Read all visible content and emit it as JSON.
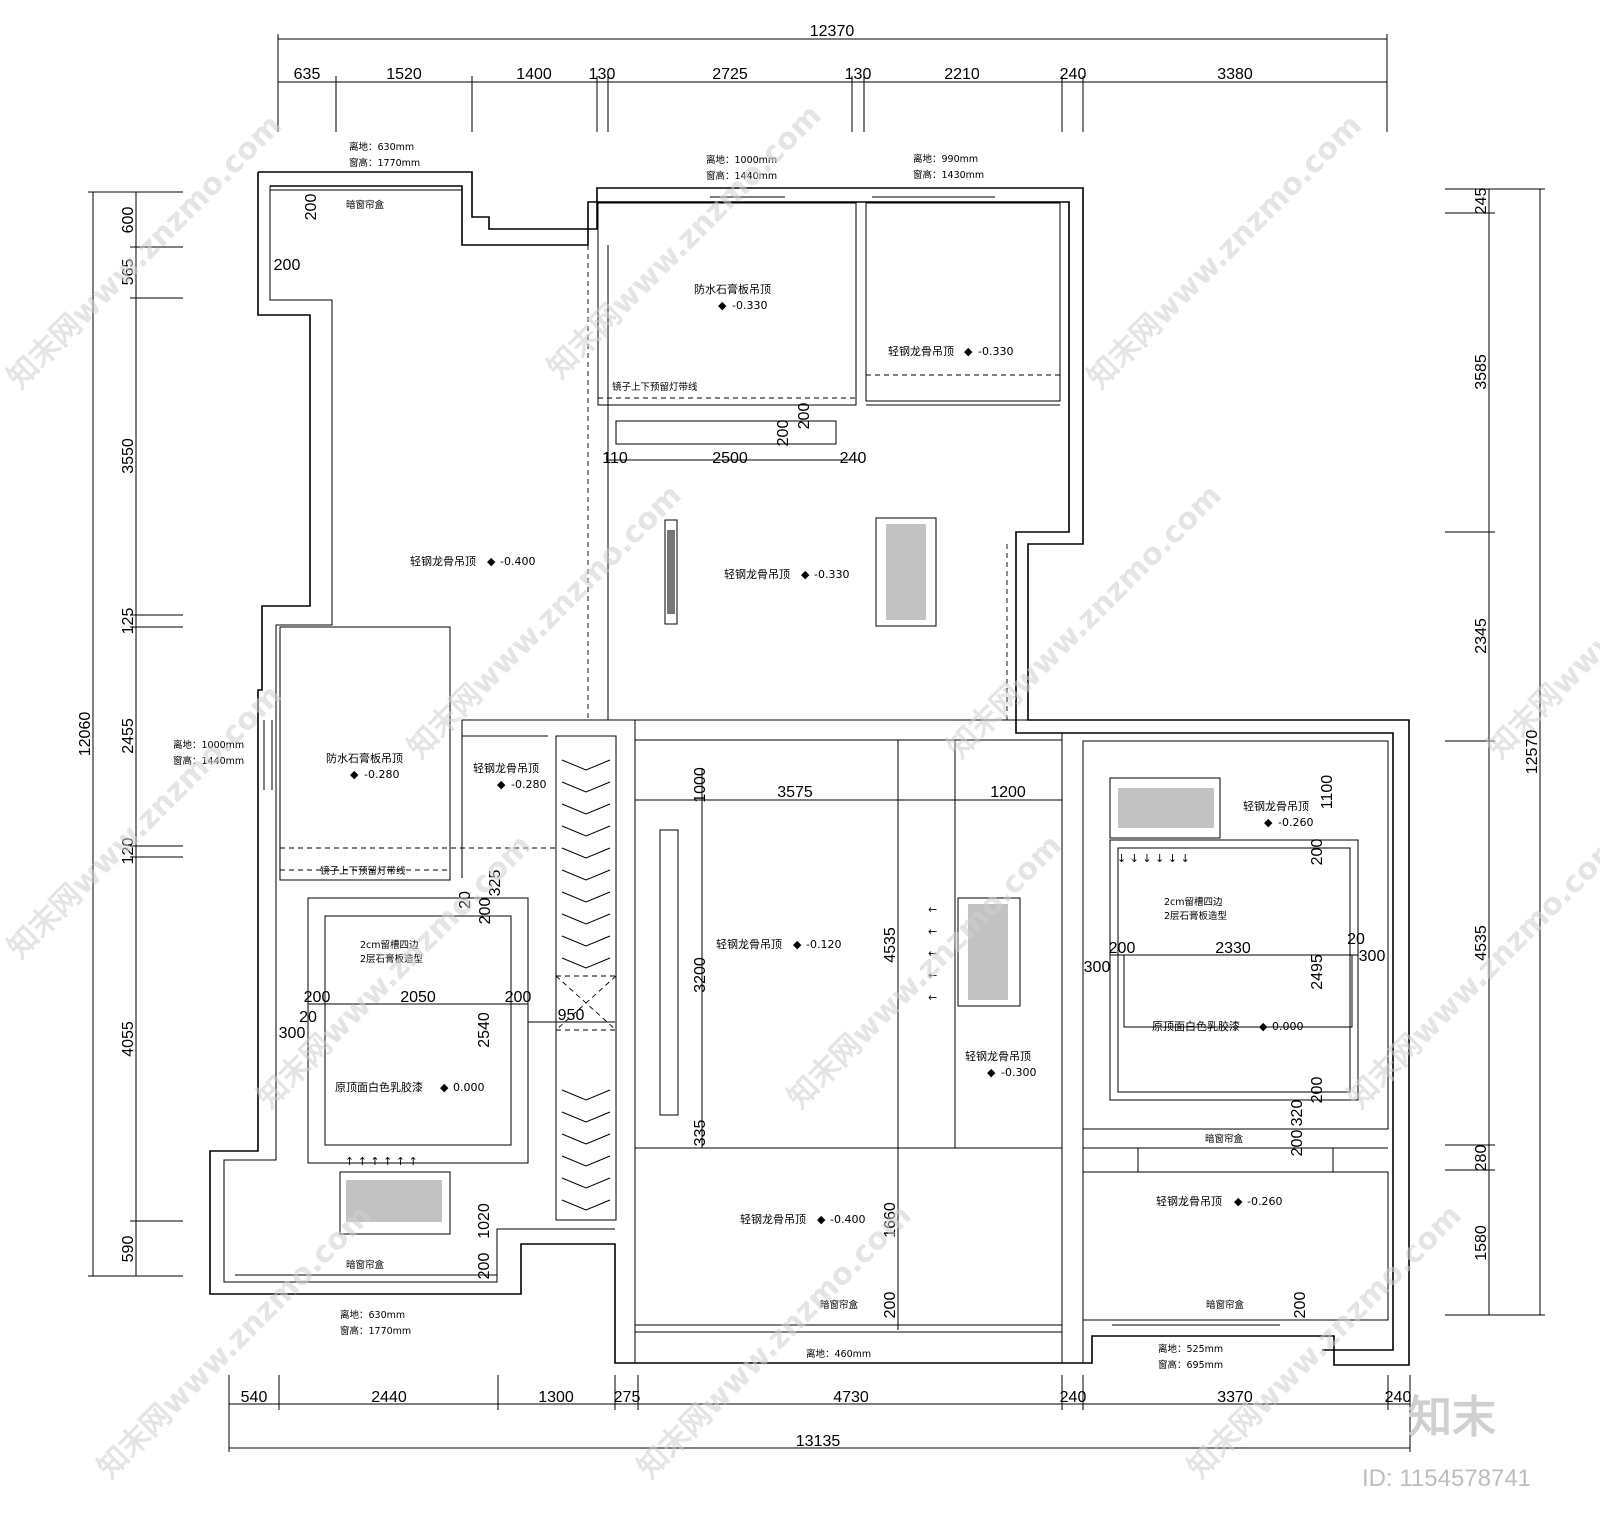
{
  "dims": {
    "top_total": "12370",
    "top": [
      "635",
      "1520",
      "1400",
      "130",
      "2725",
      "130",
      "2210",
      "240",
      "3380"
    ],
    "bottom_total": "13135",
    "bottom": [
      "540",
      "2440",
      "1300",
      "275",
      "4730",
      "240",
      "3370",
      "240"
    ],
    "left_total": "12060",
    "left": [
      "600",
      "565",
      "3550",
      "125",
      "2455",
      "120",
      "4055",
      "590"
    ],
    "right_total": "12570",
    "right": [
      "245",
      "3585",
      "2345",
      "4535",
      "280",
      "1580"
    ],
    "inner": {
      "d200a": "200",
      "d200b": "200",
      "d110": "110",
      "d2500": "2500",
      "d240": "240",
      "d200c": "200",
      "d200d": "200",
      "d1000": "1000",
      "d3575": "3575",
      "d1200": "1200",
      "d4535": "4535",
      "d3200": "3200",
      "d335": "335",
      "d1660": "1660",
      "d200e": "200",
      "d325": "325",
      "d20a": "20",
      "d200f": "200",
      "d200g": "200",
      "d2050": "2050",
      "d200h": "200",
      "d20b": "20",
      "d300a": "300",
      "d2540": "2540",
      "d950": "950",
      "d1020": "1020",
      "d200i": "200",
      "d1100": "1100",
      "d200j": "200",
      "d200k": "200",
      "d2330": "2330",
      "d20c": "20",
      "d300b": "300",
      "d300c": "300",
      "d2495": "2495",
      "d200l": "200",
      "d320": "320",
      "d200m": "200",
      "d200n": "200"
    }
  },
  "windows": {
    "w_tl_1": "离地：630mm",
    "w_tl_2": "窗高：1770mm",
    "w_tc_1": "离地：1000mm",
    "w_tc_2": "窗高：1440mm",
    "w_tr_1": "离地：990mm",
    "w_tr_2": "窗高：1430mm",
    "w_l_1": "离地：1000mm",
    "w_l_2": "窗高：1440mm",
    "w_bl_1": "离地：630mm",
    "w_bl_2": "窗高：1770mm",
    "w_bc_1": "离地：460mm",
    "w_br_1": "离地：525mm",
    "w_br_2": "窗高：695mm"
  },
  "labels": {
    "curtain_tl": "暗窗帘盒",
    "bath1_title": "防水石膏板吊顶",
    "bath1_lvl": "-0.330",
    "bath1_note": "镜子上下预留灯带线",
    "room_tr": "轻钢龙骨吊顶",
    "room_tr_lvl": "-0.330",
    "left_room": "轻钢龙骨吊顶",
    "left_room_lvl": "-0.400",
    "center_room": "轻钢龙骨吊顶",
    "center_room_lvl": "-0.330",
    "bath2_title": "防水石膏板吊顶",
    "bath2_lvl": "-0.280",
    "bath2_note": "镜子上下预留灯带线",
    "corr": "轻钢龙骨吊顶",
    "corr_lvl": "-0.280",
    "living": "轻钢龙骨吊顶",
    "living_lvl": "-0.120",
    "mid": "轻钢龙骨吊顶",
    "mid_lvl": "-0.300",
    "dining": "轻钢龙骨吊顶",
    "dining_lvl": "-0.400",
    "curtain_bc": "暗窗帘盒",
    "br1_note1": "2cm留槽四边",
    "br1_note2": "2层石膏板造型",
    "br1_main": "原顶面白色乳胶漆",
    "br1_lvl": "0.000",
    "curtain_bl": "暗窗帘盒",
    "br2_top": "轻钢龙骨吊顶",
    "br2_top_lvl": "-0.260",
    "br2_note1": "2cm留槽四边",
    "br2_note2": "2层石膏板造型",
    "br2_main": "原顶面白色乳胶漆",
    "br2_lvl": "0.000",
    "curtain_br1": "暗窗帘盒",
    "room_br": "轻钢龙骨吊顶",
    "room_br_lvl": "-0.260",
    "curtain_br2": "暗窗帘盒"
  },
  "watermark": {
    "site": "知末网www.znzmo.com",
    "brand": "知末",
    "id": "ID: 1154578741"
  }
}
